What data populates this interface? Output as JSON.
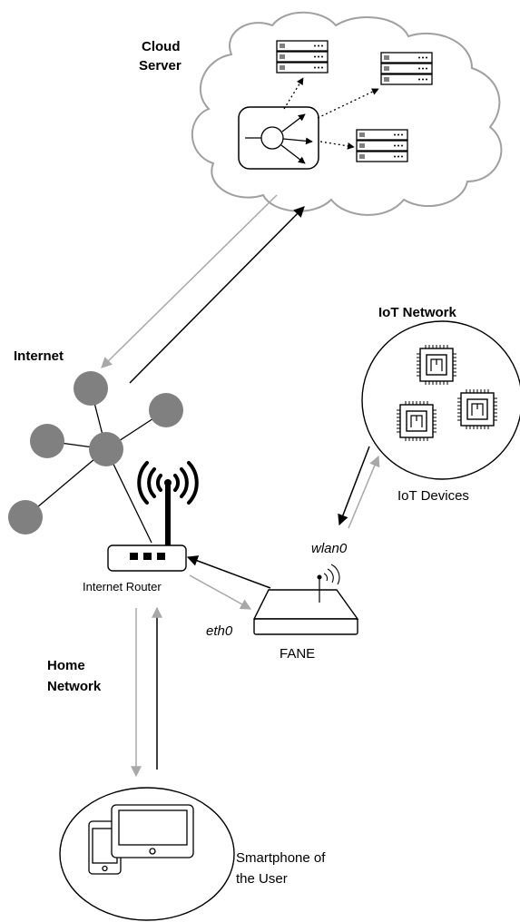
{
  "labels": {
    "cloud_server_line1": "Cloud",
    "cloud_server_line2": "Server",
    "internet": "Internet",
    "iot_network": "IoT Network",
    "iot_devices": "IoT Devices",
    "internet_router": "Internet Router",
    "home_network_line1": "Home",
    "home_network_line2": "Network",
    "fane": "FANE",
    "wlan0": "wlan0",
    "eth0": "eth0",
    "smartphone_line1": "Smartphone of",
    "smartphone_line2": "the User"
  },
  "colors": {
    "node_gray": "#808080",
    "cloud_outline": "#a0a0a0",
    "arrow_black": "#000000",
    "arrow_gray": "#a8a8a8"
  }
}
